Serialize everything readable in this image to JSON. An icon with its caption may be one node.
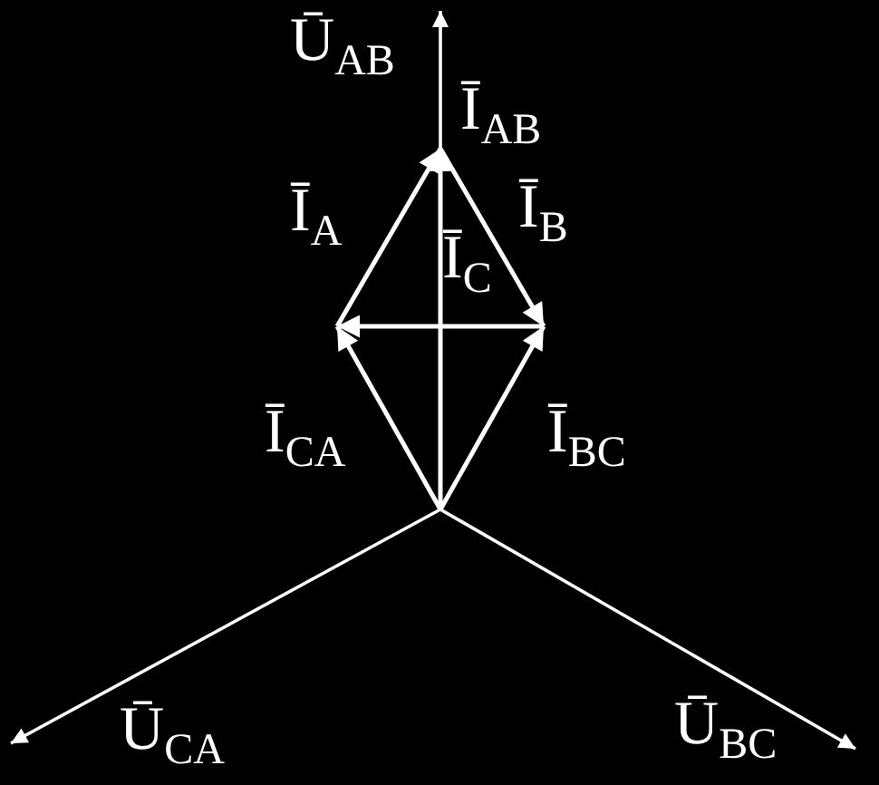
{
  "diagram": {
    "labels": [
      "Ū$_{AB}$",
      "Ī$_{AB}$",
      "Ī$_{A}$",
      "Ī$_{B}$",
      "Ī$_{C}$",
      "Ī$_{CA}$",
      "Ī$_{BC}$",
      "Ū$_{CA}$",
      "Ū$_{BC}$"
    ]
  }
}
